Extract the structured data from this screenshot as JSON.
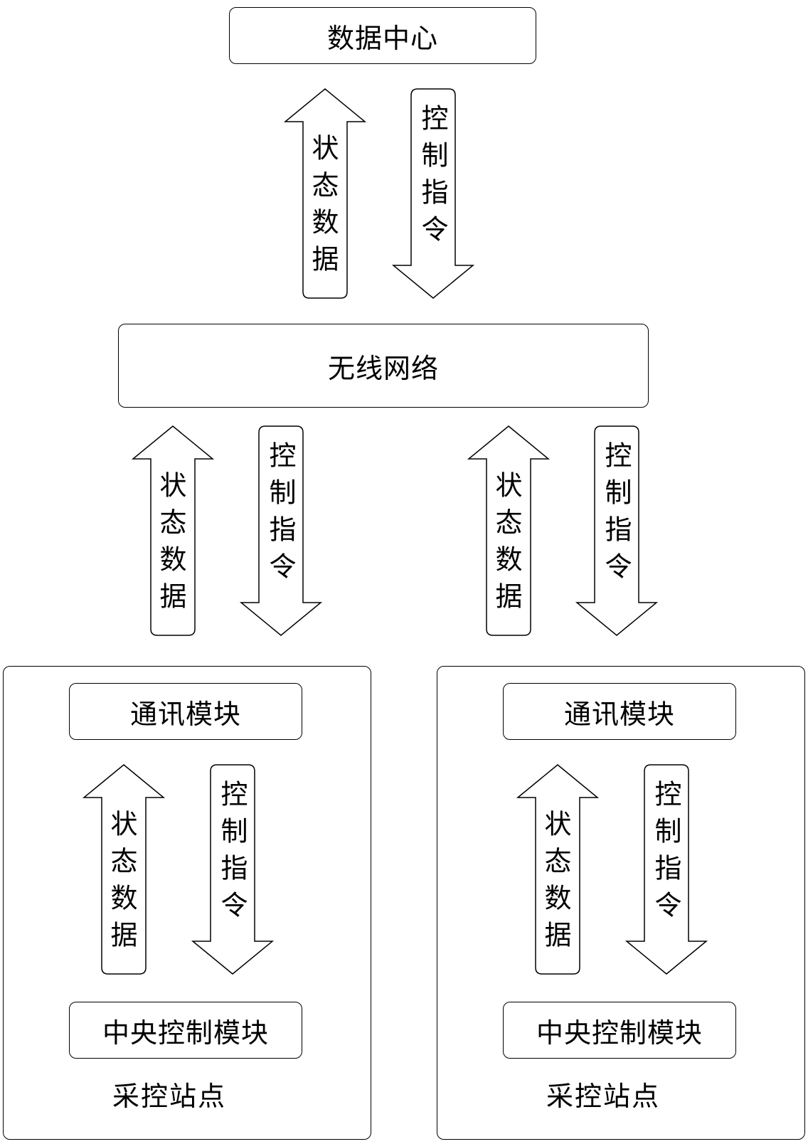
{
  "data_center": {
    "label": "数据中心"
  },
  "wireless_network": {
    "label": "无线网络"
  },
  "arrows": {
    "up_label": "状态数据",
    "down_label": "控制指令"
  },
  "stations": [
    {
      "comm_module": "通讯模块",
      "central_module": "中央控制模块",
      "label": "采控站点"
    },
    {
      "comm_module": "通讯模块",
      "central_module": "中央控制模块",
      "label": "采控站点"
    }
  ]
}
